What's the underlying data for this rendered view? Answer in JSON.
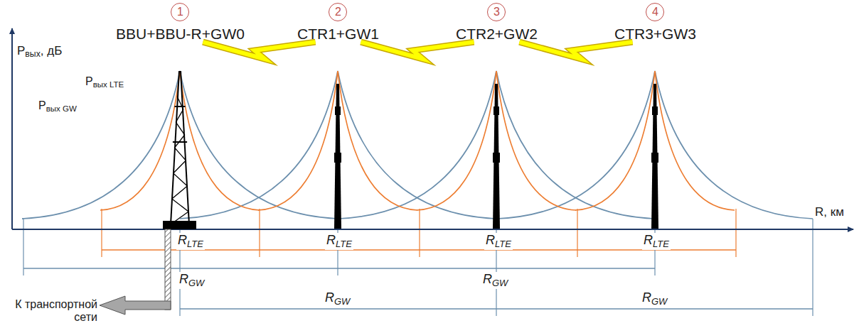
{
  "diagram": {
    "nodes": [
      {
        "text": [
          "1",
          "BBU+BBU-R+GW0"
        ]
      },
      {
        "text": [
          "2",
          "CTR1+GW1"
        ]
      },
      {
        "text": [
          "3",
          "CTR2+GW2"
        ]
      },
      {
        "text": [
          "4",
          "CTR3+GW3"
        ]
      }
    ],
    "edges": [
      {
        "from": 0,
        "to": 1,
        "arrow": "none"
      },
      {
        "from": 1,
        "to": 2,
        "arrow": "none"
      },
      {
        "from": 2,
        "to": 3,
        "arrow": "none"
      }
    ],
    "labels": [
      "Pвых, дБ",
      "Pвых LTE",
      "Pвых GW",
      "R, км",
      "RLTE",
      "RLTE",
      "RLTE",
      "RLTE",
      "RGW",
      "RGW",
      "RGW",
      "RGW",
      "К транспортной сети"
    ]
  }
}
